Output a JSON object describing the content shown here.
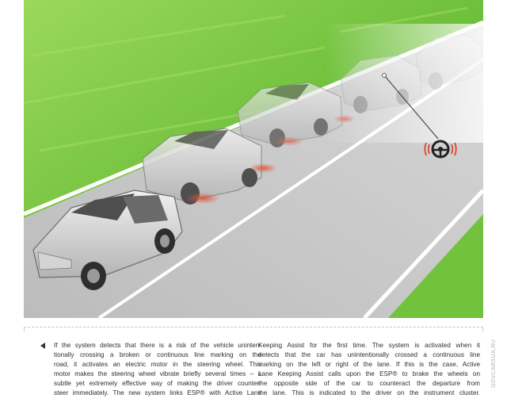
{
  "caption": {
    "left_lines": [
      "If the system detects that there is a risk of the vehicle uninten-",
      "tionally crossing a broken or continuous line marking on the",
      "road, it activates an electric motor in the steering wheel. This",
      "motor makes the steering wheel vibrate briefly several times – a",
      "subtle yet extremely effective way of making the driver counter-",
      "steer immediately. The new system links ESP® with Active Lane"
    ],
    "right_lines": [
      "Keeping Assist for the first time. The system is activated when it",
      "detects that the car has unintentionally crossed a continuous line",
      "marking on the left or right of the lane. If this is the case, Active",
      "Lane Keeping Assist calls upon the ESP® to brake the wheels on",
      "the opposite side of the car to counteract the departure from",
      "the lane. This is indicated to the driver on the instrument cluster."
    ]
  },
  "watermark": "GOVCARSUA.RU",
  "colors": {
    "grass": "#7cc845",
    "road": "#c9c9c9",
    "line_marking": "#ffffff",
    "brake_glow": "#d83a20",
    "text": "#2e2e2e"
  },
  "icons": {
    "bullet": "triangle-left-icon",
    "steering": "vibrating-steering-wheel-icon"
  }
}
